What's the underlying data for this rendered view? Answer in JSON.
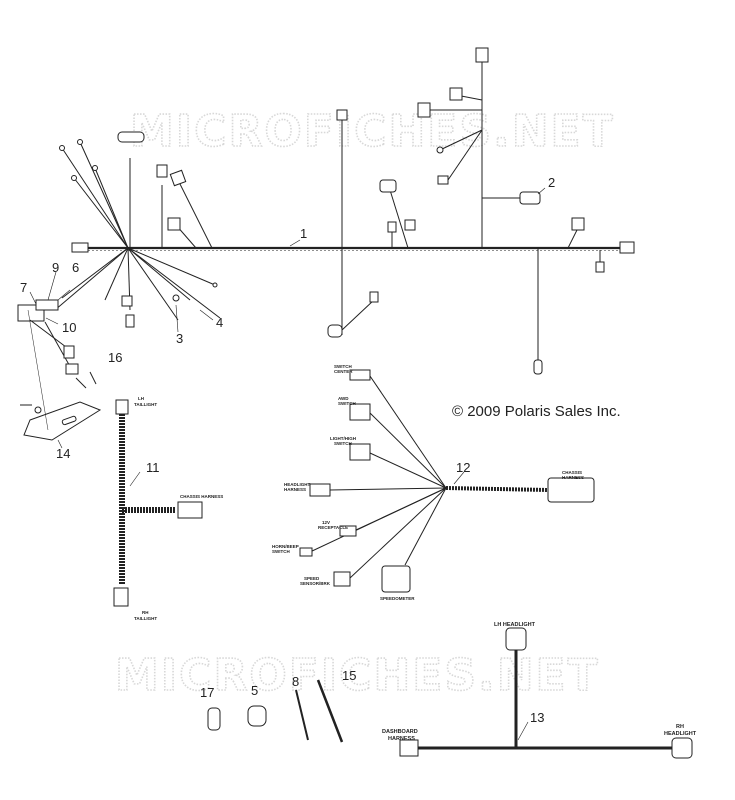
{
  "watermark": "MICROFICHES.NET",
  "copyright": "© 2009 Polaris Sales Inc.",
  "callouts": [
    "1",
    "2",
    "3",
    "4",
    "5",
    "6",
    "7",
    "8",
    "9",
    "10",
    "11",
    "12",
    "13",
    "14",
    "15",
    "16",
    "17"
  ],
  "labels": {
    "lh_taillight": [
      "LH",
      "TAILLIGHT"
    ],
    "rh_taillight": [
      "RH",
      "TAILLIGHT"
    ],
    "chassis_harness": "CHASSIS HARNESS",
    "switch_1": [
      "SWITCH",
      "CENTER"
    ],
    "switch_2": [
      "AWD",
      "SWITCH"
    ],
    "switch_3": [
      "LIGHT/HIGH",
      "SWITCH"
    ],
    "headlight_harness": [
      "HEADLIGHT",
      "HARNESS"
    ],
    "connector_1": [
      "12V",
      "RECEPTACLE"
    ],
    "connector_2": [
      "HORN/BEEP",
      "SWITCH"
    ],
    "connector_3": [
      "SPEED",
      "SENSOR/BRK"
    ],
    "speedometer": "SPEEDOMETER",
    "chassis_plug": [
      "CHASSIS",
      "HARNESS"
    ],
    "lh_headlight": "LH HEADLIGHT",
    "rh_headlight": [
      "RH",
      "HEADLIGHT"
    ],
    "dashboard_harness": [
      "DASHBOARD",
      "HARNESS"
    ]
  }
}
